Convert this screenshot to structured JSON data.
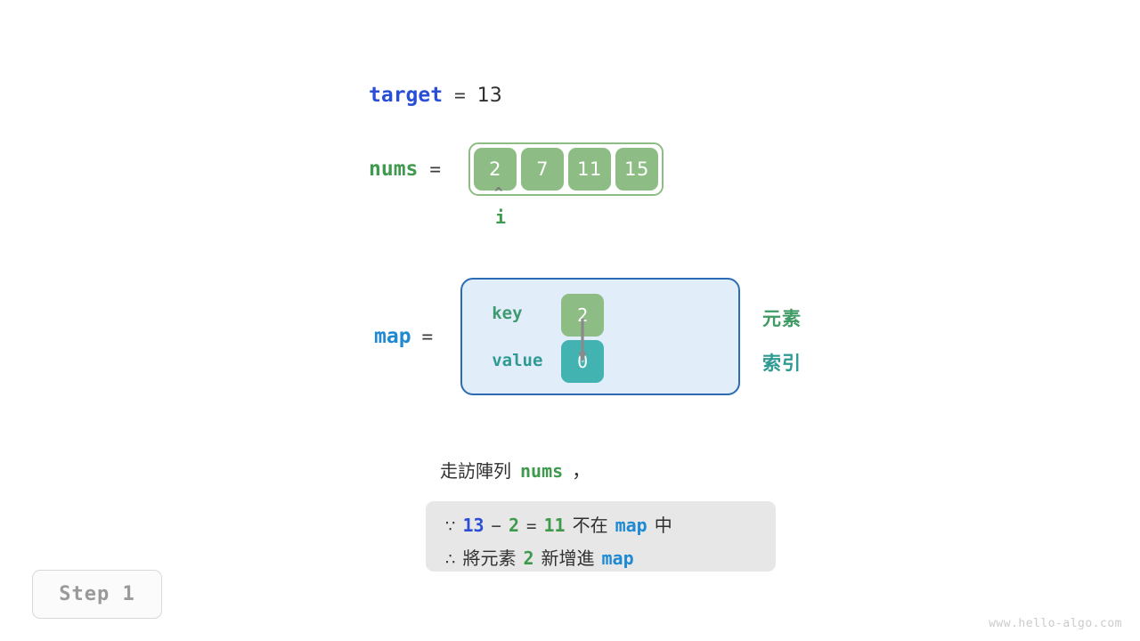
{
  "target": {
    "label": "target",
    "equals": "=",
    "value": "13"
  },
  "nums": {
    "label": "nums",
    "equals": "=",
    "cells": [
      "2",
      "7",
      "11",
      "15"
    ],
    "pointer": {
      "caret": "^",
      "label": "i",
      "index": 0
    }
  },
  "map": {
    "label": "map",
    "equals": "=",
    "rows": [
      {
        "label": "key",
        "cell": "2"
      },
      {
        "label": "value",
        "cell": "0"
      }
    ],
    "side_labels": {
      "element": "元素",
      "index": "索引"
    }
  },
  "caption": {
    "prefix": "走訪陣列",
    "code": "nums",
    "suffix": "，"
  },
  "explanation": {
    "line1": {
      "symbol": "∵",
      "tokens": [
        "13",
        "−",
        "2",
        "=",
        "11",
        "不在",
        "map",
        "中"
      ]
    },
    "line2": {
      "symbol": "∴",
      "tokens": [
        "將元素",
        "2",
        "新增進",
        "map"
      ]
    }
  },
  "step_badge": "Step 1",
  "watermark": "www.hello-algo.com",
  "colors": {
    "target_blue": "#2a4fd6",
    "nums_green": "#3f9a4e",
    "map_blue": "#1f8ad2",
    "cell_green": "#8dbd84",
    "cell_teal": "#42b3b1",
    "map_box_bg": "#e1eefa",
    "map_box_border": "#2b6cb5",
    "explain_bg": "#e7e7e7",
    "arrow_gray": "#8a8a8a"
  }
}
